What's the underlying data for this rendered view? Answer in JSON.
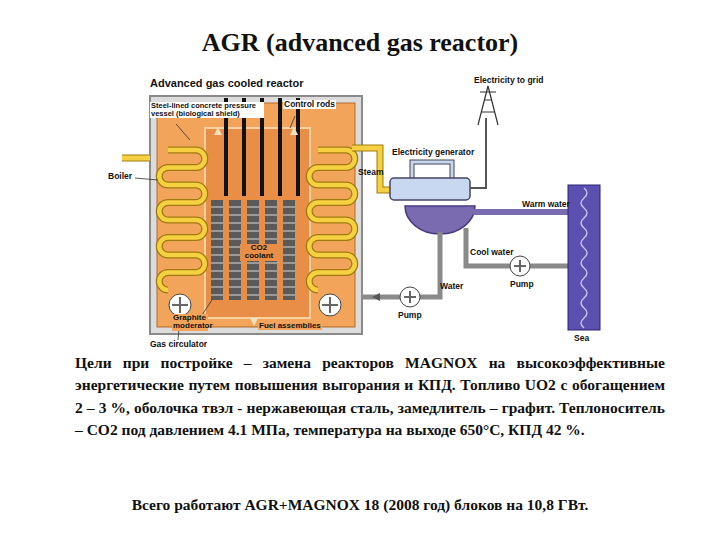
{
  "diagram": {
    "title": "AGR (advanced gas reactor)",
    "caption": "Всего работают AGR+MAGNOX 18 (2008 год) блоков на 10,8 ГВт.",
    "labels": [
      "Advanced gas cooled reactor",
      "Steel-lined concrete pressure vessel (biological shield)",
      "Control rods",
      "Electricity to grid",
      "Boiler",
      "Steam",
      "Electricity generator",
      "Warm water",
      "Cool water",
      "CO2 coolant",
      "Pump",
      "Water",
      "Pump",
      "Sea",
      "Graphite moderator",
      "Fuel assemblies",
      "Gas circulator",
      "Цели при постройке – замена реакторов MAGNOX на высокоэффективные энергетические путем повышения выгорания и КПД. Топливо UO2 с обогащением 2 – 3 %, оболочка твэл - нержавеющая сталь, замедлитель – графит. Теплоноситель – CO2 под давлением 4.1 МПа, температура на выходе 650°C, КПД 42 %."
    ]
  }
}
